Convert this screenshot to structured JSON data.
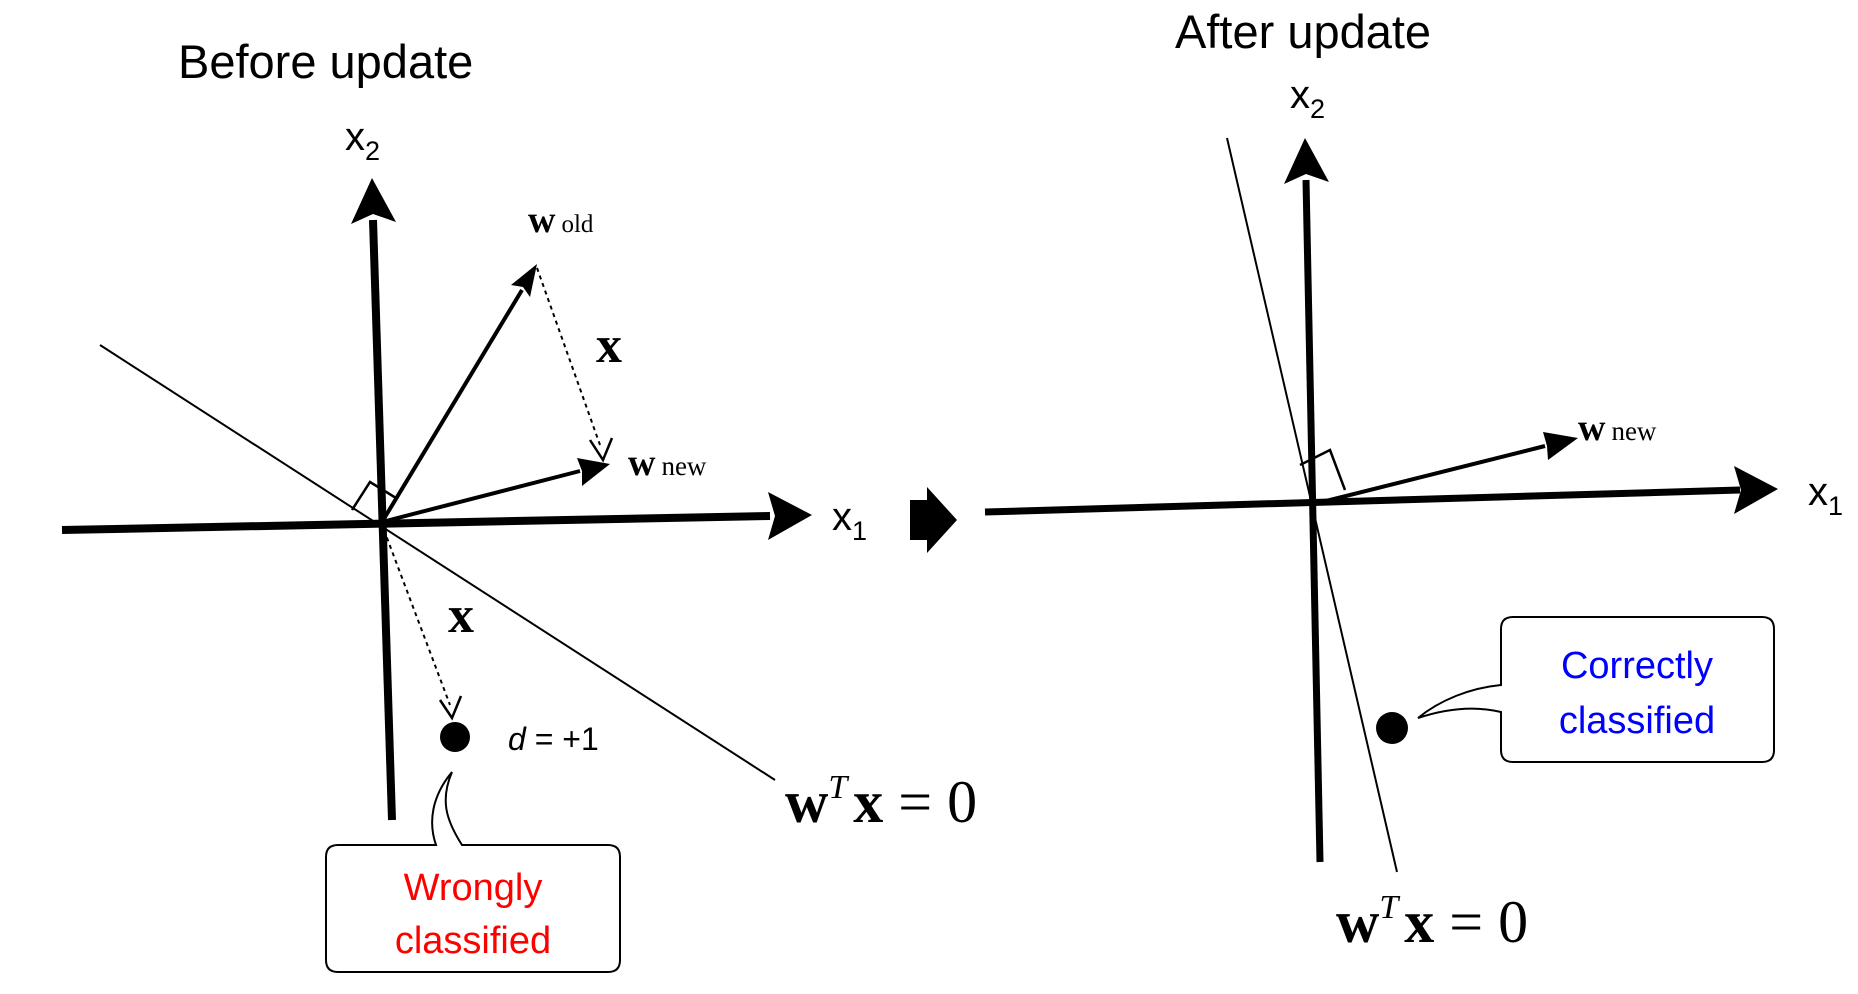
{
  "left_panel": {
    "title": "Before update",
    "x1_label": "x",
    "x1_sub": "1",
    "x2_label": "x",
    "x2_sub": "2",
    "w_old_main": "w",
    "w_old_sub": "old",
    "w_new_main": "w",
    "w_new_sub": "new",
    "x_vec_upper": "x",
    "x_vec_lower": "x",
    "d_italic": "d",
    "d_value": " = +1",
    "eq_w": "w",
    "eq_T": "T",
    "eq_x": "x",
    "eq_rest": " = 0",
    "callout_line1": "Wrongly",
    "callout_line2": "classified"
  },
  "right_panel": {
    "title": "After update",
    "x1_label": "x",
    "x1_sub": "1",
    "x2_label": "x",
    "x2_sub": "2",
    "w_new_main": "w",
    "w_new_sub": "new",
    "eq_w": "w",
    "eq_T": "T",
    "eq_x": "x",
    "eq_rest": " = 0",
    "callout_line1": "Correctly",
    "callout_line2": "classified"
  },
  "colors": {
    "wrong": "#ff0000",
    "correct": "#0000ff",
    "ink": "#000000"
  }
}
